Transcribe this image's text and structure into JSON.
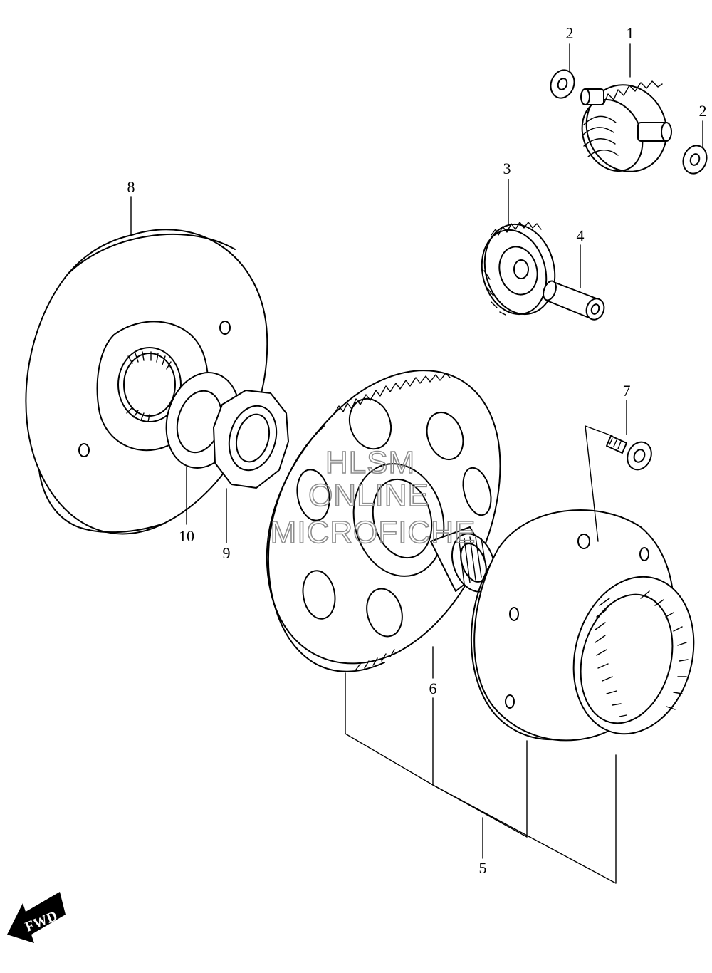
{
  "diagram": {
    "callouts": [
      "1",
      "2",
      "2",
      "3",
      "4",
      "5",
      "6",
      "7",
      "8",
      "9",
      "10"
    ],
    "watermark": [
      "HLSM",
      "ONLINE",
      "MICROFICHE"
    ],
    "direction_badge": "FWD"
  },
  "colors": {
    "line": "#000000",
    "background": "#ffffff",
    "watermark": "#8c8c8c"
  },
  "icons": {
    "direction_badge": "fwd-arrow-icon"
  }
}
